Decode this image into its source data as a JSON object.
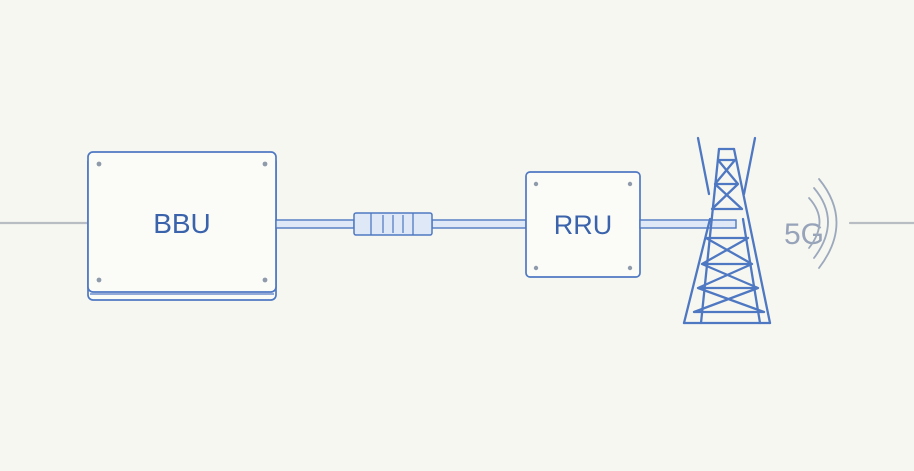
{
  "diagram": {
    "bbu_label": "BBU",
    "rru_label": "RRU",
    "signal_label": "5G"
  },
  "colors": {
    "background": "#f7f7f2",
    "stroke": "#4f78c2",
    "fill": "#fbfbf8",
    "cable_fill": "#dfe8f6",
    "text": "#3a63ab",
    "muted": "#9aa7bd",
    "signal_text": "#97a3b8",
    "dot": "#8f9aab"
  }
}
